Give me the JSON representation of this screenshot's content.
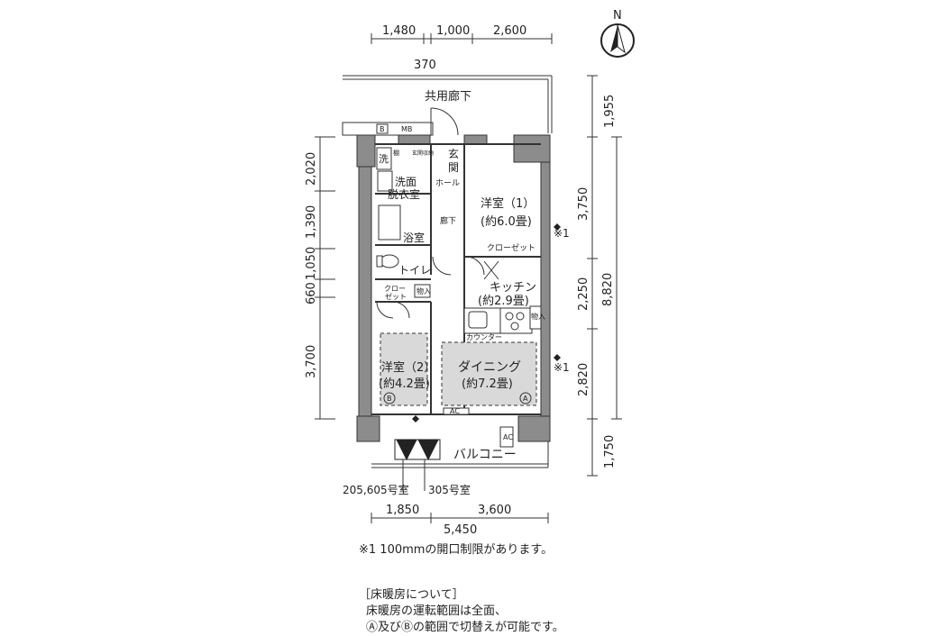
{
  "compass": {
    "label": "N"
  },
  "dims_top": {
    "d1": "1,480",
    "d2": "1,000",
    "d3": "2,600",
    "d4": "370"
  },
  "dims_left": {
    "l1": "2,020",
    "l2": "1,390",
    "l3": "1,050",
    "l4": "660",
    "l5": "3,700"
  },
  "dims_right_inner": {
    "r1": "1,955",
    "r2": "3,750",
    "r3": "2,250",
    "r4": "2,820",
    "r5": "1,750"
  },
  "dims_right_outer": {
    "total": "8,820"
  },
  "dims_bottom": {
    "b1": "1,850",
    "b2": "3,600",
    "b3": "5,450"
  },
  "rooms": {
    "corridor": "共用廊下",
    "mb": "MB",
    "b_box": "B",
    "entrance": "玄関",
    "shoe": "玄関収納",
    "linen": "棚",
    "wash": "洗",
    "hall": "ホール",
    "washroom": "洗面\n脱衣室",
    "bath": "浴室",
    "hallway": "廊下",
    "toilet": "トイレ",
    "closet_small": "クロー\nゼット",
    "storage1": "物入",
    "western1_name": "洋室（1）",
    "western1_size": "(約6.0畳)",
    "closet1": "クローゼット",
    "kitchen_name": "キッチン",
    "kitchen_size": "(約2.9畳)",
    "storage2": "物入",
    "counter": "カウンター",
    "western2_name": "洋室（2）",
    "western2_size": "(約4.2畳)",
    "dining_name": "ダイニング",
    "dining_size": "(約7.2畳)",
    "zone_a": "A",
    "zone_b": "B",
    "ac1": "AC",
    "ac2": "AC",
    "balcony": "バルコニー",
    "unit_left": "205,605号室",
    "unit_right": "305号室",
    "mark1": "※1",
    "mark2": "※1"
  },
  "notes": {
    "restriction": "※1 100mmの開口制限があります。",
    "floor_heat_title": "［床暖房について］",
    "floor_heat_line1": "床暖房の運転範囲は全面、",
    "floor_heat_line2": "Ⓐ及びⒷの範囲で切替えが可能です。"
  },
  "colors": {
    "wall": "#8c8c8c",
    "floor_heat": "#d9d9d9",
    "line": "#333333"
  }
}
